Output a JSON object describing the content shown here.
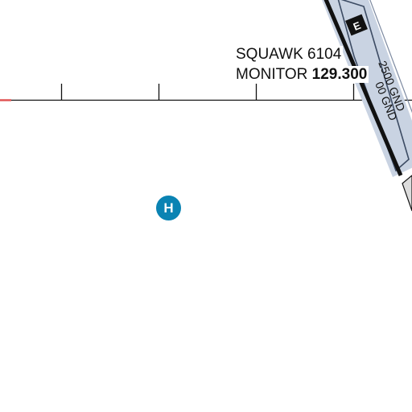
{
  "squawk": {
    "label": "SQUAWK",
    "code": "6104"
  },
  "monitor": {
    "label": "MONITOR",
    "frequency": "129.300"
  },
  "heliport": {
    "symbol": "H",
    "color": "#0a83b3",
    "icon": "heliport-icon"
  },
  "airspace": {
    "class_letter": "E",
    "altitudes": [
      "2500 GND",
      "00 GND"
    ],
    "fill_color": "#c9d3e2"
  },
  "colors": {
    "line": "#111111",
    "accent_red": "#e05555"
  }
}
